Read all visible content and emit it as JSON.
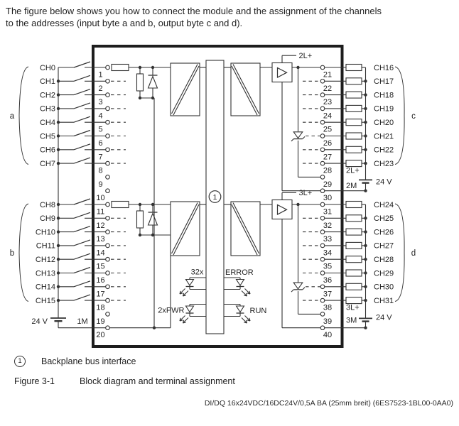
{
  "intro": {
    "line1": "The figure below shows you how to connect the module and the assignment of the channels",
    "line2": "to the addresses (input byte a and b, output byte c and d)."
  },
  "figure": {
    "callout_number": "1",
    "callout_text": "Backplane bus interface",
    "caption_label": "Figure 3-1",
    "caption_text": "Block diagram and terminal assignment",
    "footer": "DI/DQ 16x24VDC/16DC24V/0,5A BA (25mm breit) (6ES7523-1BL00-0AA0)"
  },
  "diagram": {
    "left_channels_a": [
      "CH0",
      "CH1",
      "CH2",
      "CH3",
      "CH4",
      "CH5",
      "CH6",
      "CH7"
    ],
    "left_channels_b": [
      "CH8",
      "CH9",
      "CH10",
      "CH11",
      "CH12",
      "CH13",
      "CH14",
      "CH15"
    ],
    "right_channels_c": [
      "CH16",
      "CH17",
      "CH18",
      "CH19",
      "CH20",
      "CH21",
      "CH22",
      "CH23"
    ],
    "right_channels_d": [
      "CH24",
      "CH25",
      "CH26",
      "CH27",
      "CH28",
      "CH29",
      "CH30",
      "CH31"
    ],
    "left_terminals": [
      "1",
      "2",
      "3",
      "4",
      "5",
      "6",
      "7",
      "8",
      "9",
      "10",
      "11",
      "12",
      "13",
      "14",
      "15",
      "16",
      "17",
      "18",
      "19",
      "20"
    ],
    "right_terminals": [
      "21",
      "22",
      "23",
      "24",
      "25",
      "26",
      "27",
      "28",
      "29",
      "30",
      "31",
      "32",
      "33",
      "34",
      "35",
      "36",
      "37",
      "38",
      "39",
      "40"
    ],
    "labels": {
      "group_a": "a",
      "group_b": "b",
      "group_c": "c",
      "group_d": "d",
      "supply_left": "24 V",
      "m1": "1M",
      "l2_callout": "2L+",
      "l3_callout": "3L+",
      "l2": "2L+",
      "m2": "2M",
      "supply_right_top": "24 V",
      "l3": "3L+",
      "m3": "3M",
      "supply_right_bottom": "24 V",
      "led_32x": "32x",
      "led_error": "ERROR",
      "led_pwr": "2xPWR",
      "led_run": "RUN",
      "bus_number": "1"
    }
  }
}
